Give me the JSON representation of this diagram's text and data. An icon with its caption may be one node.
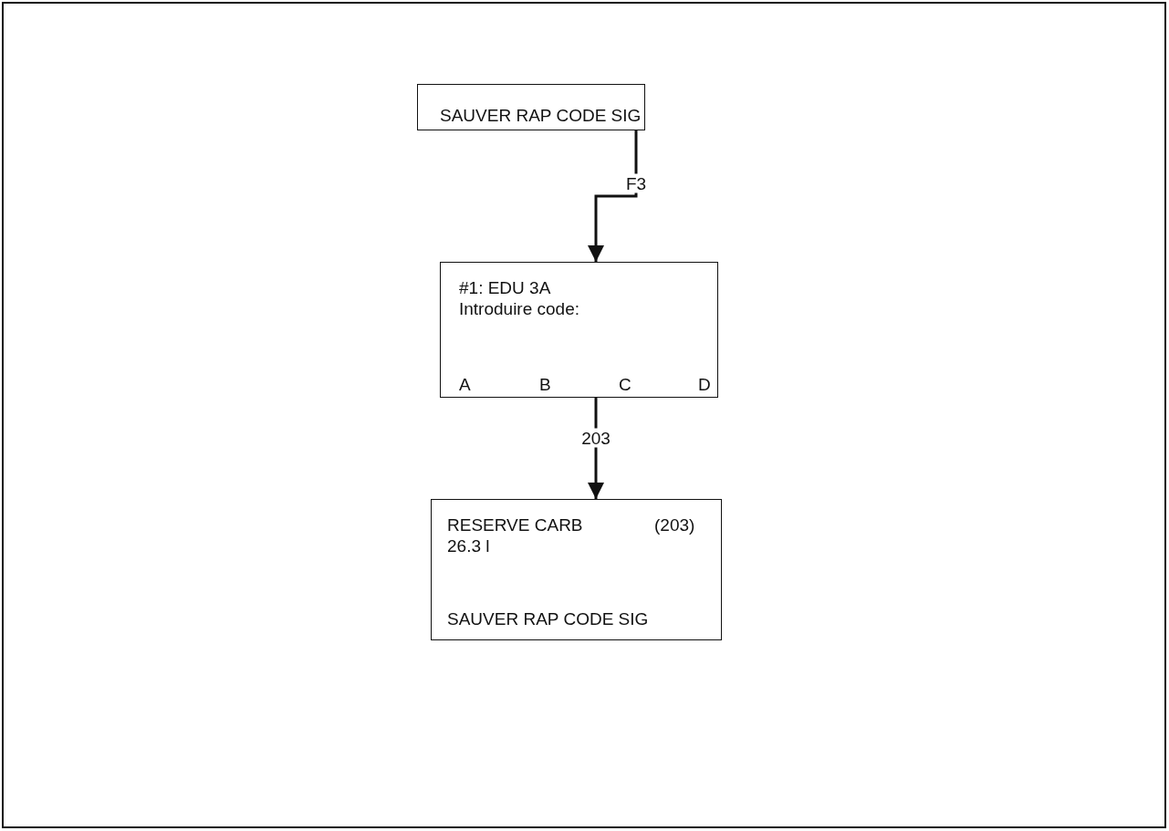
{
  "diagram": {
    "nodes": [
      {
        "text": [
          "SAUVER RAP CODE SIG"
        ]
      },
      {
        "text": [
          "#1: EDU 3A",
          "Introduire code:",
          "A",
          "B",
          "C",
          "D"
        ]
      },
      {
        "text": [
          "RESERVE CARB",
          "(203)",
          "26.3 l",
          "SAUVER RAP CODE SIG"
        ]
      }
    ],
    "edges": [
      {
        "from": 0,
        "to": 1,
        "arrow": "to",
        "label": "F3"
      },
      {
        "from": 1,
        "to": 2,
        "arrow": "to",
        "label": "203"
      }
    ]
  }
}
